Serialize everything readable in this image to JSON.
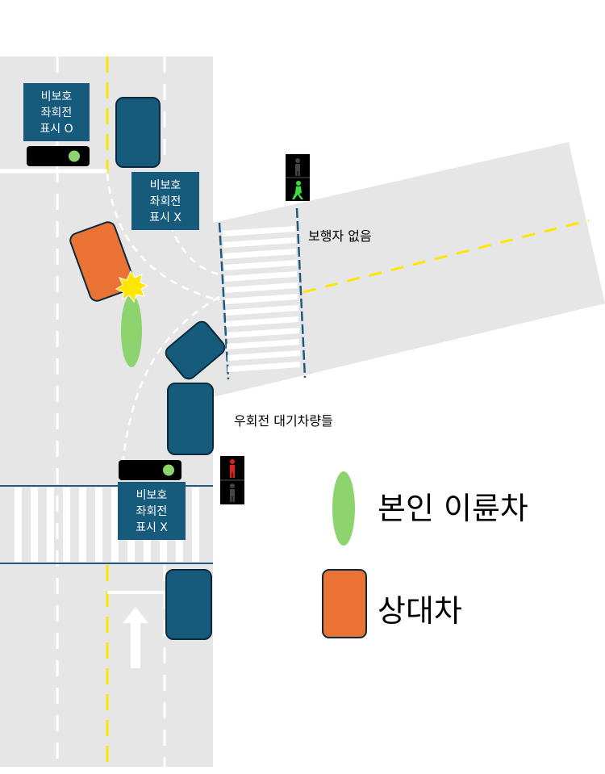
{
  "signs": {
    "top_left": [
      "비보호",
      "좌회전",
      "표시 O"
    ],
    "top_mid": [
      "비보호",
      "좌회전",
      "표시 X"
    ],
    "bottom": [
      "비보호",
      "좌회전",
      "표시 X"
    ]
  },
  "labels": {
    "no_pedestrians": "보행자 없음",
    "waiting_vehicles": "우회전 대기차량들"
  },
  "legend": {
    "own_motorcycle": "본인 이륜차",
    "other_vehicle": "상대차"
  },
  "colors": {
    "road": "#E6E6E6",
    "vehicle_blue": "#165A7C",
    "other_vehicle": "#EA7235",
    "own_motorcycle": "#8ED46E",
    "center_line": "#FFE600",
    "signal_green": "#8ED46E",
    "ped_green": "#3CE03C",
    "ped_red": "#E02020",
    "collision": "#FFE600"
  },
  "icons": {
    "collision": "collision-burst-icon",
    "arrow": "straight-arrow-icon",
    "ped_signal": "pedestrian-signal-icon"
  }
}
